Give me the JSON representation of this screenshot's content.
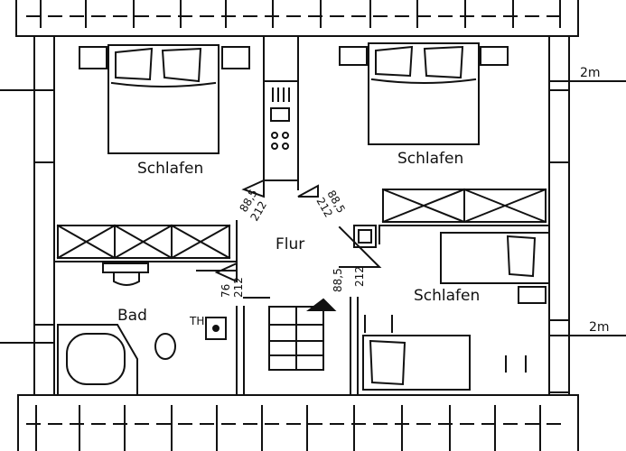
{
  "rooms": {
    "bedroom_top_left": "Schlafen",
    "bedroom_top_right": "Schlafen",
    "bedroom_bottom_right": "Schlafen",
    "hall": "Flur",
    "bath": "Bad",
    "th_mark": "TH"
  },
  "dimensions": {
    "door_left_upper_a": "88,5",
    "door_left_upper_b": "212",
    "door_right_upper_a": "88,5",
    "door_right_upper_b": "212",
    "door_bath_a": "76",
    "door_bath_b": "212",
    "door_bed_lower_a": "88,5",
    "door_bed_lower_b": "212"
  },
  "scale_marks": {
    "upper": "2m",
    "lower": "2m"
  }
}
